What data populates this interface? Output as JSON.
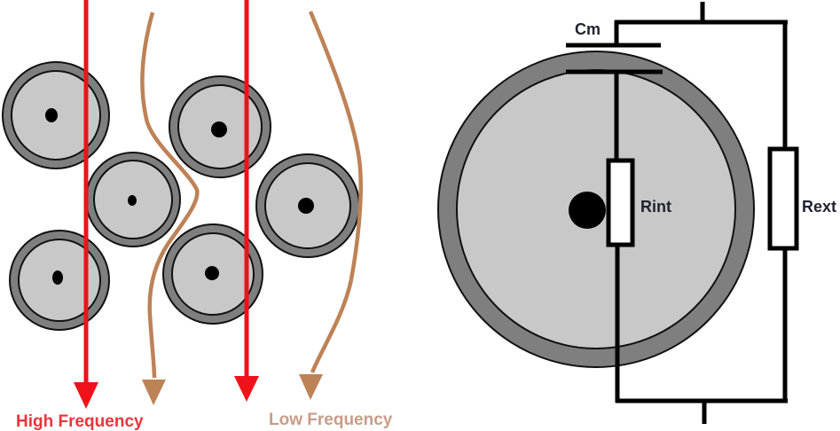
{
  "diagram": {
    "left": {
      "high_frequency_label": "High Frequency",
      "low_frequency_label": "Low Frequency"
    },
    "right": {
      "membrane_capacitance_label": "Cm",
      "internal_resistance_label": "Rint",
      "external_resistance_label": "Rext"
    }
  },
  "colors": {
    "high_frequency_red": "#f0121a",
    "high_frequency_text_red": "#e8353d",
    "low_frequency_brown": "#bd8256",
    "low_frequency_text_tan": "#c79d88",
    "cell_membrane_gray": "#7f7f7f",
    "cell_cytoplasm_gray": "#c8c8c8",
    "nucleus_black": "#000000",
    "circuit_black": "#000000",
    "circuit_label_dark": "#20242e"
  }
}
